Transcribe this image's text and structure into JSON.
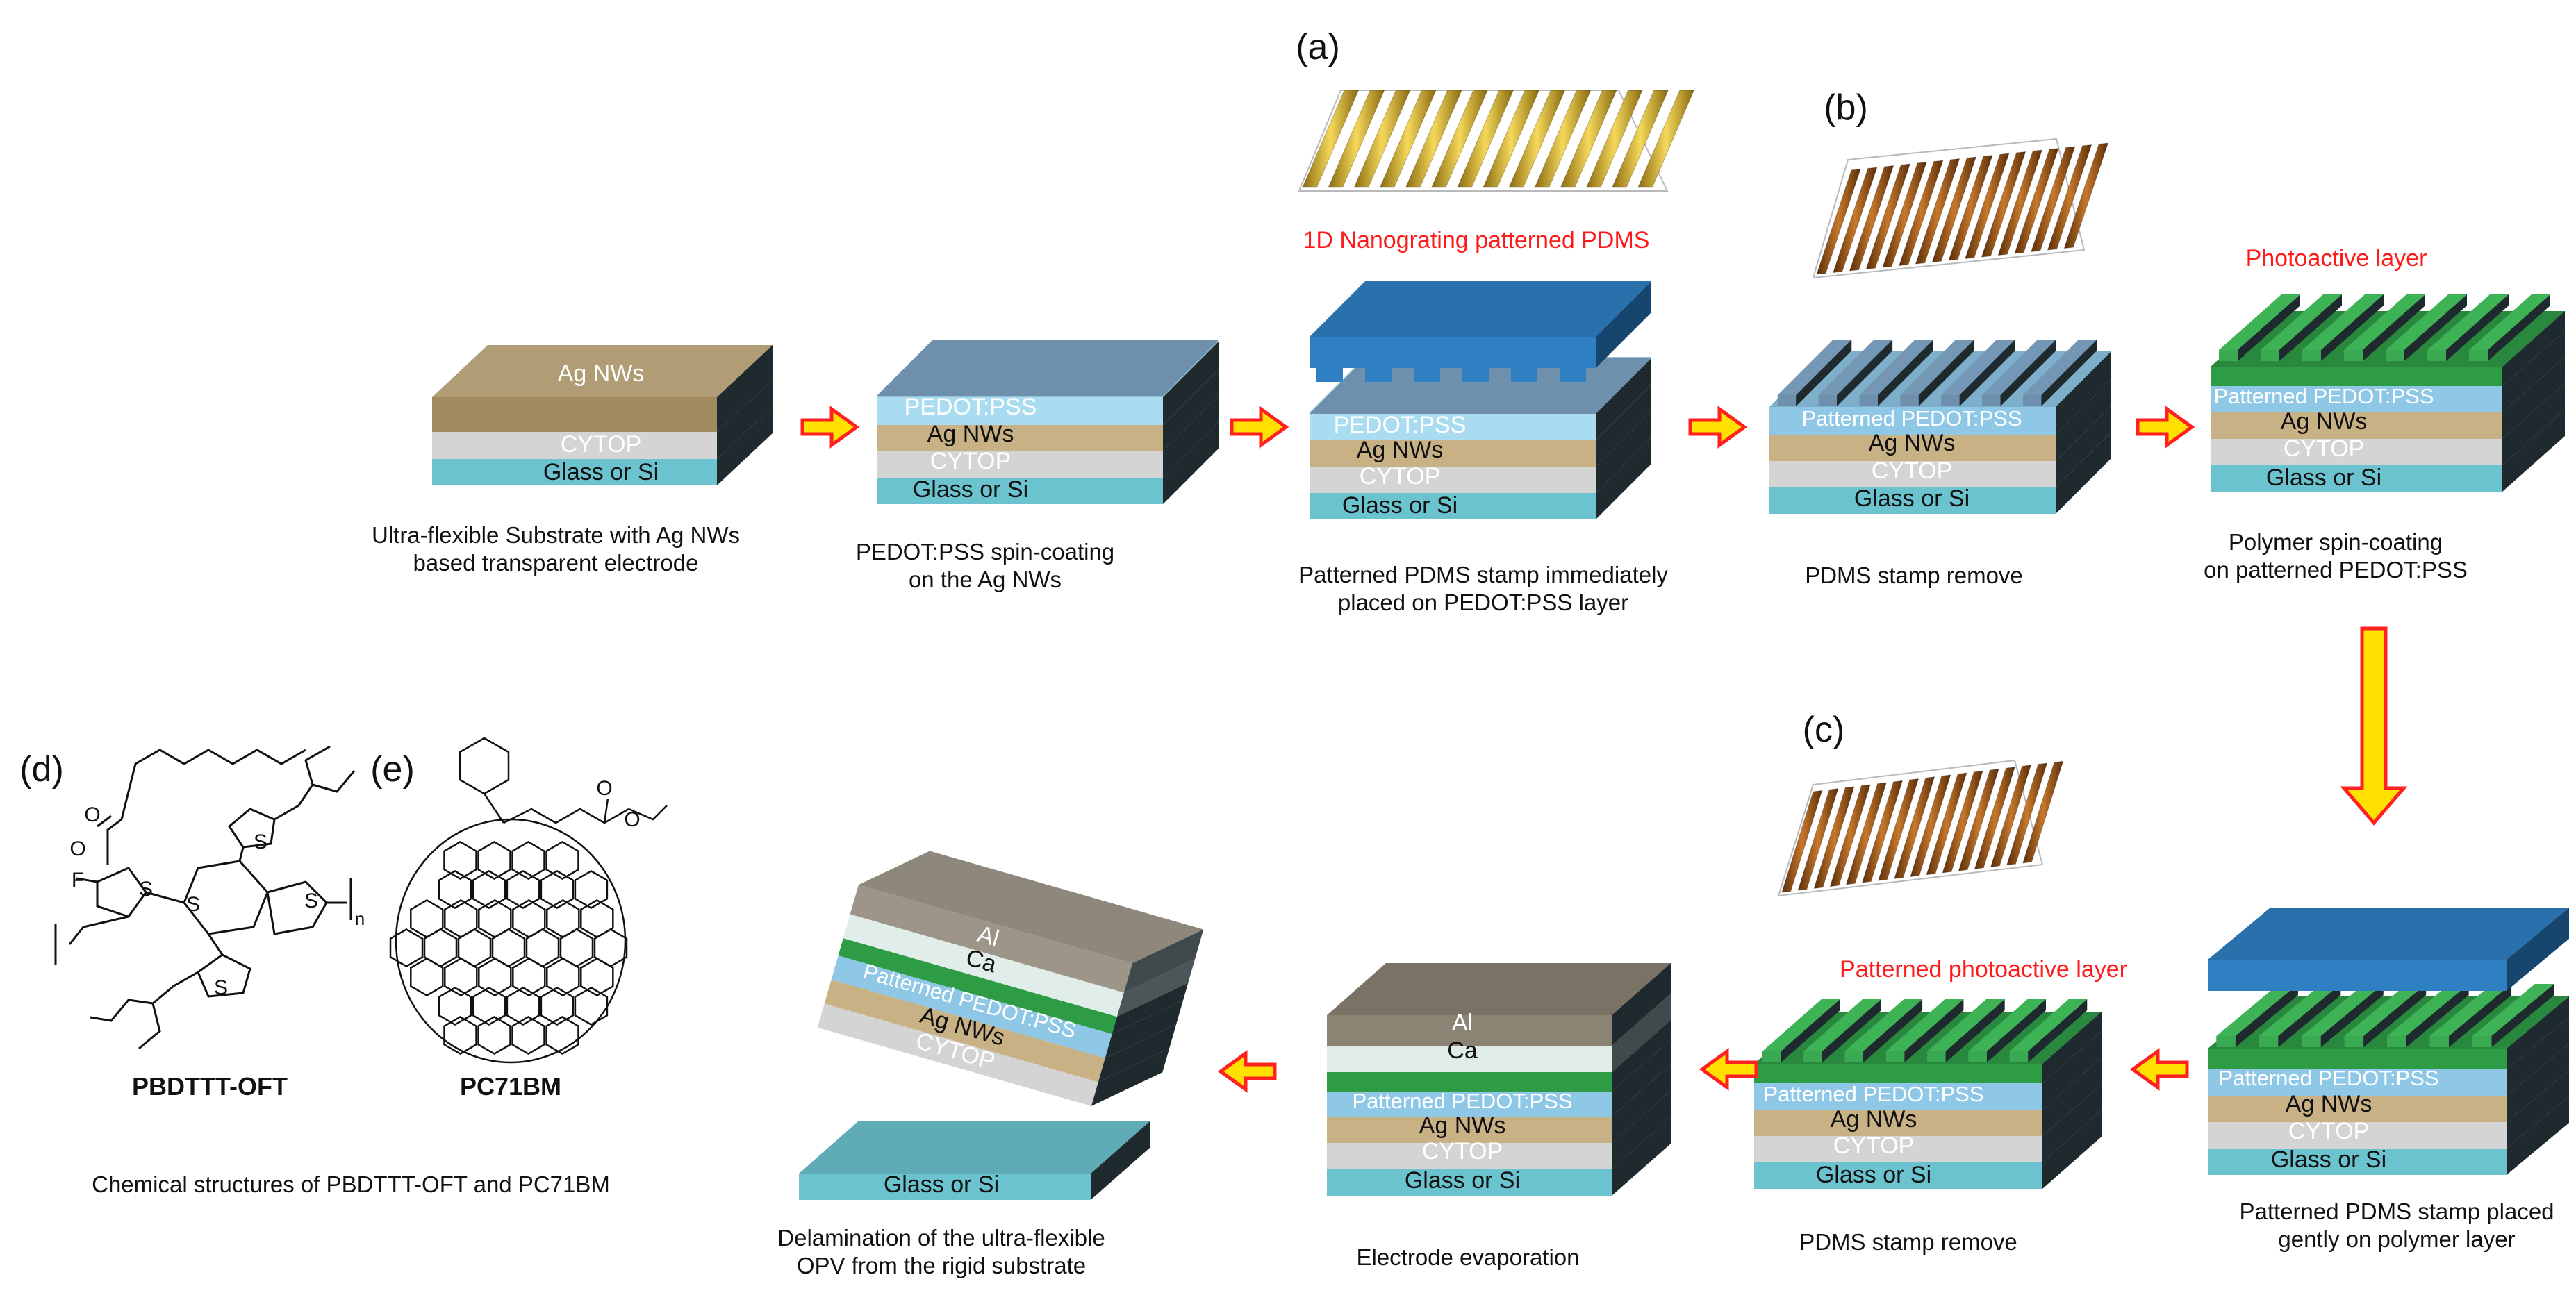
{
  "panel_labels": {
    "a": "(a)",
    "b": "(b)",
    "c": "(c)",
    "d": "(d)",
    "e": "(e)"
  },
  "red_labels": {
    "nanograting": "1D Nanograting patterned PDMS",
    "photoactive": "Photoactive layer",
    "patterned_photoactive": "Patterned photoactive layer"
  },
  "layers": {
    "ag": "Ag NWs",
    "cytop": "CYTOP",
    "glass": "Glass or Si",
    "pedot": "PEDOT:PSS",
    "patterned_pedot": "Patterned PEDOT:PSS",
    "ca": "Ca",
    "al": "Al"
  },
  "captions": {
    "s1": [
      "Ultra-flexible Substrate with Ag NWs",
      "based transparent electrode"
    ],
    "s2": [
      "PEDOT:PSS spin-coating",
      "on the Ag NWs"
    ],
    "s3": [
      "Patterned PDMS stamp immediately",
      "placed on PEDOT:PSS layer"
    ],
    "s4": [
      "PDMS stamp remove"
    ],
    "s5": [
      "Polymer spin-coating",
      "on patterned PEDOT:PSS"
    ],
    "s6": [
      "Patterned PDMS stamp placed",
      "gently on polymer layer"
    ],
    "s7": [
      "PDMS stamp remove"
    ],
    "s8": [
      "Electrode evaporation"
    ],
    "s9": [
      "Delamination of the ultra-flexible",
      "OPV from the rigid substrate"
    ],
    "chem": "Chemical structures of PBDTTT-OFT and PC71BM"
  },
  "chemicals": {
    "d_name": "PBDTTT-OFT",
    "e_name": "PC71BM",
    "atoms": {
      "o": "O",
      "f": "F",
      "s": "S",
      "n": "n"
    }
  },
  "colors": {
    "ag": "#c8b285",
    "cytop": "#d4d4d4",
    "glass": "#6cc3d0",
    "pedot": "#a9dcf0",
    "pedot_patterned": "#8fc7e6",
    "photoactive": "#2e9b45",
    "pdms": "#2f7fc3",
    "al": "#8b8373",
    "ca": "#d9e9e4",
    "side": "#1f2a2e",
    "arrow_fill": "#ffe000",
    "arrow_stroke": "#ff2020",
    "red_text": "#ff1a1a"
  }
}
